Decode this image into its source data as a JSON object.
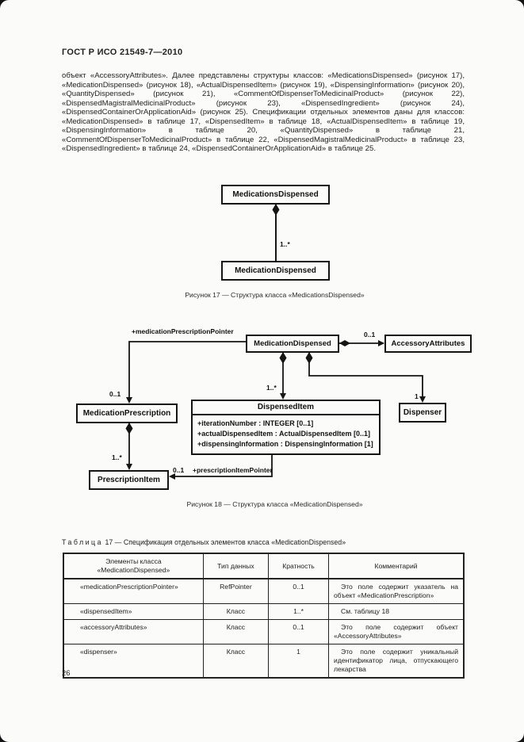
{
  "header": {
    "title": "ГОСТ Р ИСО 21549-7—2010"
  },
  "intro": {
    "text": "объект «AccessoryAttributes». Далее представлены структуры классов: «MedicationsDispensed» (рисунок 17), «MedicationDispensed» (рисунок 18), «ActualDispensedItem» (рисунок 19), «DispensingInformation» (рисунок 20), «QuantityDispensed» (рисунок 21), «CommentOfDispenserToMedicinalProduct» (рисунок 22), «DispensedMagistralMedicinalProduct» (рисунок 23), «DispensedIngredient» (рисунок 24), «DispensedContainerOrApplicationAid» (рисунок 25). Спецификации отдельных элементов даны для классов: «MedicationDispensed» в таблице 17, «DispensedItem» в таблице 18, «ActualDispensedItem» в таблице 19, «DispensingInformation» в таблице 20, «QuantityDispensed» в таблице 21, «CommentOfDispenserToMedicinalProduct» в таблице 22, «DispensedMagistralMedicinalProduct» в таблице 23, «DispensedIngredient» в таблице 24, «DispensedContainerOrApplicationAid» в таблице 25."
  },
  "figure17": {
    "caption": "Рисунок 17 — Структура класса «MedicationsDispensed»",
    "parent_class": "MedicationsDispensed",
    "child_class": "MedicationDispensed",
    "multiplicity": "1..*"
  },
  "figure18": {
    "caption": "Рисунок 18 — Структура класса «MedicationDispensed»",
    "classes": {
      "medication_dispensed": "MedicationDispensed",
      "accessory_attributes": "AccessoryAttributes",
      "medication_prescription": "MedicationPrescription",
      "dispenser": "Dispenser",
      "prescription_item": "PrescriptionItem",
      "dispensed_item": {
        "title": "DispensedItem",
        "attributes": [
          "+iterationNumber : INTEGER [0..1]",
          "+actualDispensedItem : ActualDispensedItem [0..1]",
          "+dispensingInformation : DispensingInformation [1]"
        ]
      }
    },
    "labels": {
      "medication_prescription_pointer": "+medicationPrescriptionPointer",
      "accessory_multiplicity": "0..1",
      "prescription_multiplicity": "0..1",
      "dispensed_item_multiplicity": "1..*",
      "dispenser_multiplicity": "1",
      "prescription_item_multiplicity": "1..*",
      "pointer_multiplicity": "0..1",
      "prescription_item_pointer": "+prescriptionItemPointer"
    }
  },
  "table17": {
    "title_word": "Таблица",
    "title_rest": "17 — Спецификация отдельных элементов класса «MedicationDispensed»",
    "columns": [
      "Элементы класса «MedicationDispensed»",
      "Тип данных",
      "Кратность",
      "Комментарий"
    ],
    "rows": [
      {
        "element": "«medicationPrescriptionPointer»",
        "type": "RefPointer",
        "multiplicity": "0..1",
        "comment": "Это поле содержит указатель на объект «MedicationPrescription»"
      },
      {
        "element": "«dispensedItem»",
        "type": "Класс",
        "multiplicity": "1..*",
        "comment": "См. таблицу 18"
      },
      {
        "element": "«accessoryAttributes»",
        "type": "Класс",
        "multiplicity": "0..1",
        "comment": "Это поле содержит объект «AccessoryAttributes»"
      },
      {
        "element": "«dispenser»",
        "type": "Класс",
        "multiplicity": "1",
        "comment": "Это поле содержит уникальный идентификатор лица, отпускающего лекарства"
      }
    ]
  },
  "footer": {
    "page_number": "26"
  }
}
